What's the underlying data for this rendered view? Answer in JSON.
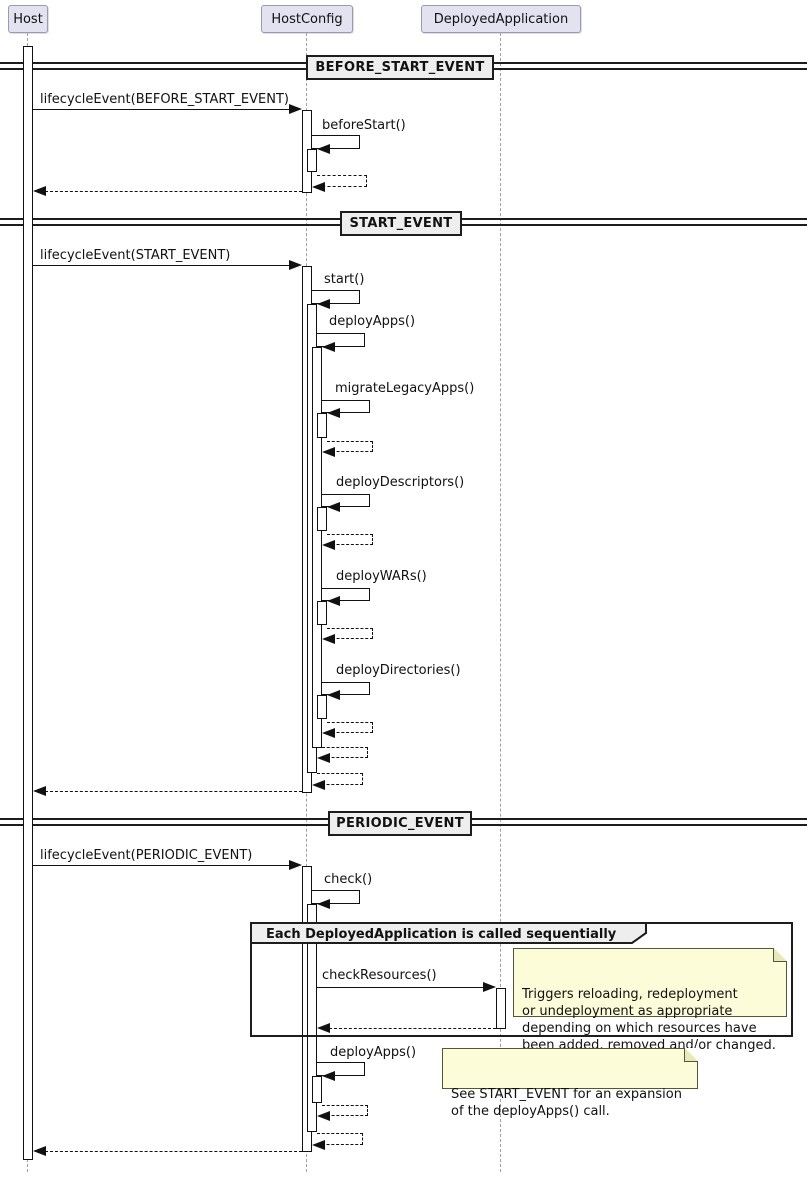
{
  "participants": {
    "host": "Host",
    "hostconfig": "HostConfig",
    "deployedapplication": "DeployedApplication"
  },
  "dividers": {
    "before_start": "BEFORE_START_EVENT",
    "start": "START_EVENT",
    "periodic": "PERIODIC_EVENT"
  },
  "messages": {
    "lifecycle_before_start": "lifecycleEvent(BEFORE_START_EVENT)",
    "before_start": "beforeStart()",
    "lifecycle_start": "lifecycleEvent(START_EVENT)",
    "start": "start()",
    "deploy_apps": "deployApps()",
    "migrate_legacy_apps": "migrateLegacyApps()",
    "deploy_descriptors": "deployDescriptors()",
    "deploy_wars": "deployWARs()",
    "deploy_directories": "deployDirectories()",
    "lifecycle_periodic": "lifecycleEvent(PERIODIC_EVENT)",
    "check": "check()",
    "check_resources": "checkResources()",
    "deploy_apps_periodic": "deployApps()"
  },
  "group": {
    "label": "Each DeployedApplication is called sequentially"
  },
  "notes": {
    "check_resources": "Triggers reloading, redeployment\nor undeployment as appropriate\ndepending on which resources have\nbeen added, removed and/or changed.",
    "deploy_apps": "See START_EVENT for an expansion\nof the deployApps() call."
  },
  "colors": {
    "participant_fill": "#E2E2F0",
    "divider_fill": "#EEEEEE",
    "note_fill": "#FCFCD8",
    "line": "#111111",
    "background": "#FFFFFF"
  }
}
